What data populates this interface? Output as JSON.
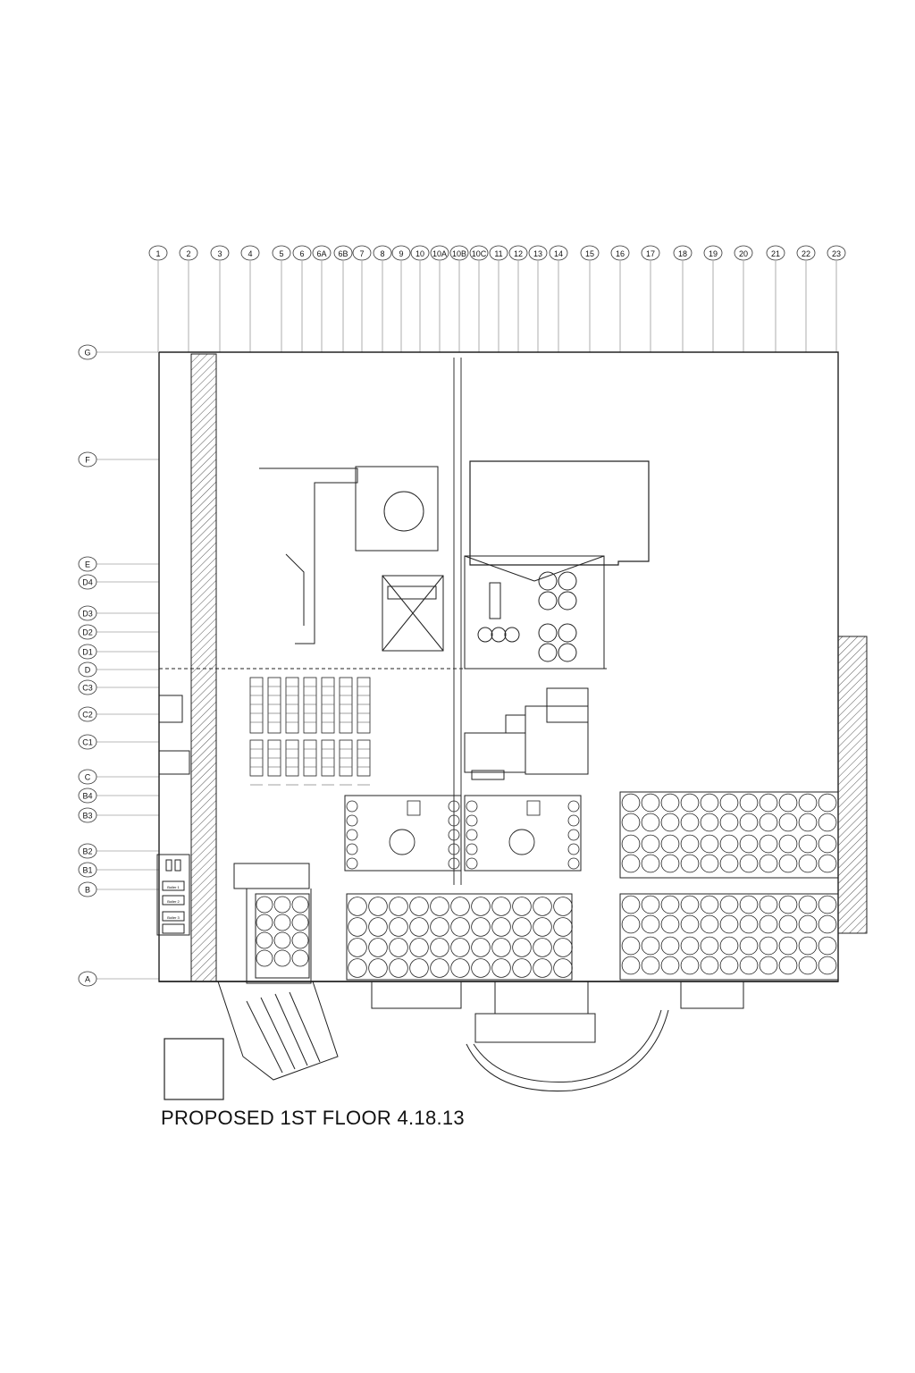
{
  "title": "PROPOSED 1ST FLOOR 4.18.13",
  "column_grid": [
    "1",
    "2",
    "3",
    "4",
    "5",
    "6",
    "6A",
    "6B",
    "7",
    "8",
    "9",
    "10",
    "10A",
    "10B",
    "10C",
    "11",
    "12",
    "13",
    "14",
    "15",
    "16",
    "17",
    "18",
    "19",
    "20",
    "21",
    "22",
    "23"
  ],
  "row_grid": [
    "G",
    "F",
    "E",
    "D4",
    "D3",
    "D2",
    "D1",
    "D",
    "C3",
    "C2",
    "C1",
    "C",
    "B4",
    "B3",
    "B2",
    "B1",
    "B",
    "A"
  ],
  "equipment_labels": [
    "Boiler 1",
    "Boiler 2",
    "Boiler 3"
  ]
}
